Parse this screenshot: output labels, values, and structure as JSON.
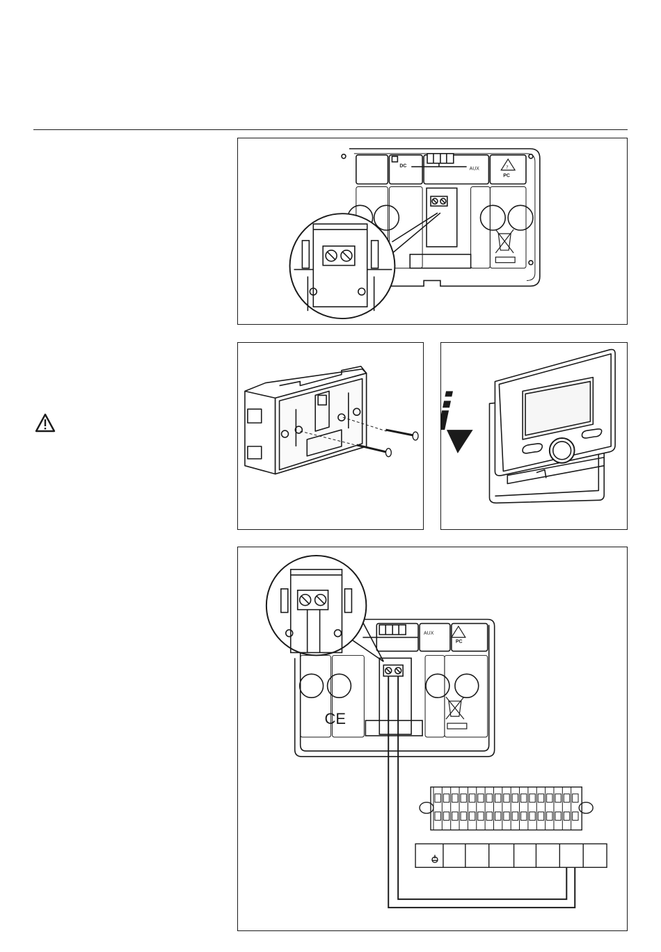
{
  "board": {
    "dc_label": "DC",
    "aux_label": "AUX",
    "recycle_number": "7",
    "recycle_code": "PC"
  },
  "ce_mark": "CE",
  "colors": {
    "line": "#1a1a1a",
    "fill_light": "#f2f2f2",
    "fill_mid": "#e2e2e2",
    "background": "#ffffff"
  },
  "icons": [
    "warning-icon",
    "recycle-icon",
    "weee-bin-icon",
    "down-arrow-icon"
  ]
}
